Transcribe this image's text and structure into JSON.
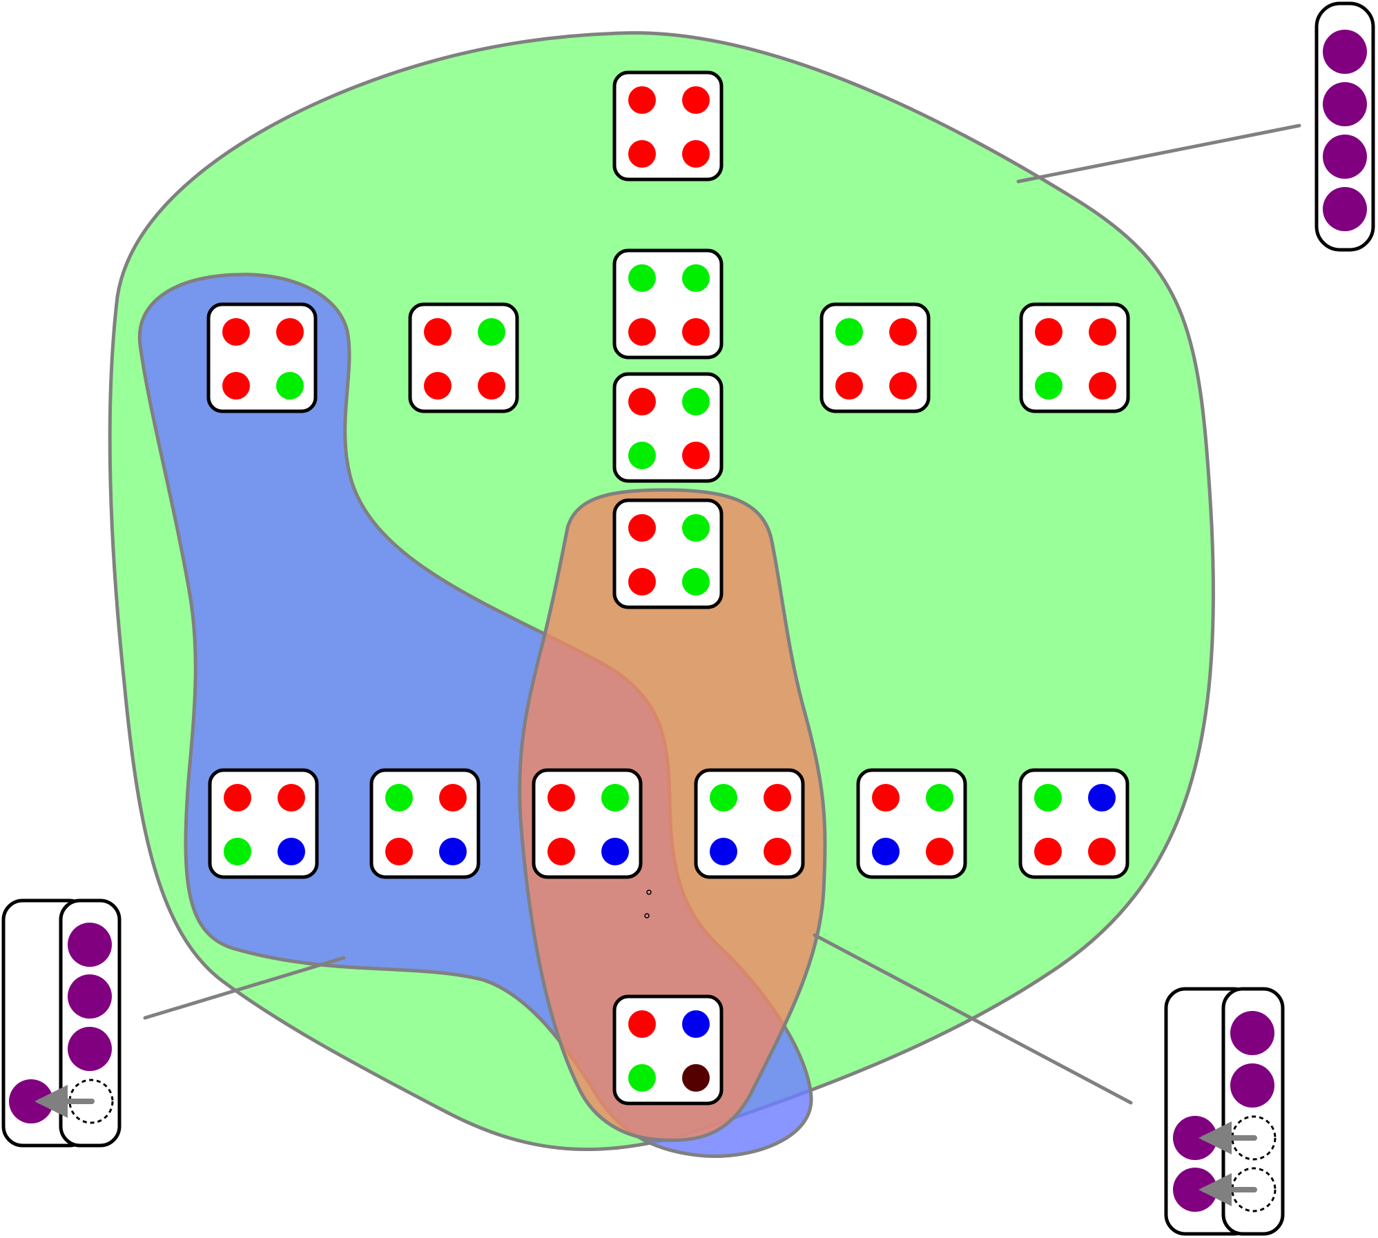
{
  "colors": {
    "red": "#ff0000",
    "green": "#00ee00",
    "blue": "#0000ee",
    "maroon": "#550000",
    "purple": "#800080",
    "green_region": "#99ff99",
    "blue_region": "#6f7fff",
    "orange_region": "#ee8866",
    "outline": "#808080",
    "card_stroke": "#000000",
    "arrow": "#808080"
  },
  "cards": [
    {
      "id": "top",
      "dots": [
        "red",
        "red",
        "red",
        "red"
      ]
    },
    {
      "id": "col-1",
      "dots": [
        "green",
        "green",
        "red",
        "red"
      ]
    },
    {
      "id": "col-2",
      "dots": [
        "red",
        "green",
        "green",
        "red"
      ]
    },
    {
      "id": "col-3",
      "dots": [
        "red",
        "green",
        "red",
        "green"
      ]
    },
    {
      "id": "upper-1",
      "dots": [
        "red",
        "red",
        "red",
        "green"
      ]
    },
    {
      "id": "upper-2",
      "dots": [
        "red",
        "green",
        "red",
        "red"
      ]
    },
    {
      "id": "upper-3",
      "dots": [
        "green",
        "red",
        "red",
        "red"
      ]
    },
    {
      "id": "upper-4",
      "dots": [
        "red",
        "red",
        "green",
        "red"
      ]
    },
    {
      "id": "lower-1",
      "dots": [
        "red",
        "red",
        "green",
        "blue"
      ]
    },
    {
      "id": "lower-2",
      "dots": [
        "green",
        "red",
        "red",
        "blue"
      ]
    },
    {
      "id": "lower-3",
      "dots": [
        "red",
        "green",
        "red",
        "blue"
      ]
    },
    {
      "id": "lower-4",
      "dots": [
        "green",
        "red",
        "blue",
        "red"
      ]
    },
    {
      "id": "lower-5",
      "dots": [
        "red",
        "green",
        "blue",
        "red"
      ]
    },
    {
      "id": "lower-6",
      "dots": [
        "green",
        "blue",
        "red",
        "red"
      ]
    },
    {
      "id": "bottom",
      "dots": [
        "red",
        "blue",
        "green",
        "maroon"
      ]
    }
  ],
  "columns": {
    "top_right": {
      "filled": 4,
      "moved": 0
    },
    "bottom_left": {
      "filled": 3,
      "moved": 1
    },
    "bottom_right": {
      "filled": 2,
      "moved": 2
    }
  }
}
